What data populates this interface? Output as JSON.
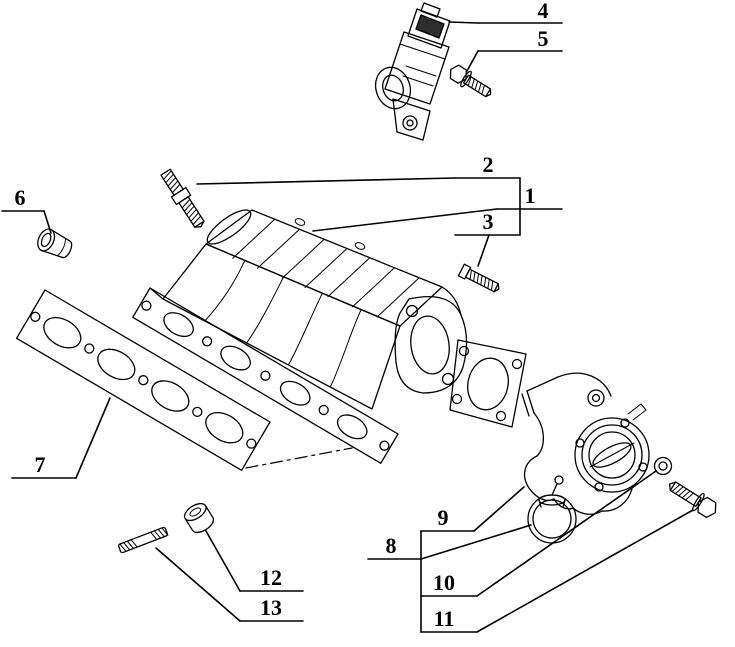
{
  "diagram": {
    "kind": "exploded-parts-diagram",
    "subject": "intake-manifold-assembly",
    "paper_color": "#ffffff",
    "ink_color": "#000000",
    "callouts": {
      "c1": "1",
      "c2": "2",
      "c3": "3",
      "c4": "4",
      "c5": "5",
      "c6": "6",
      "c7": "7",
      "c8": "8",
      "c9": "9",
      "c10": "10",
      "c11": "11",
      "c12": "12",
      "c13": "13"
    },
    "parts": {
      "p1": "intake-manifold",
      "p2": "double-ended-stud",
      "p3": "stud",
      "p4": "pressure-sensor",
      "p5": "flanged-bolt",
      "p6": "blanking-plug",
      "p7": "manifold-gasket",
      "p8": "vacuum-actuator",
      "p9": "throttle-valve-body",
      "p10": "washer",
      "p11": "hex-bolt",
      "p12": "cap-nut",
      "p13": "stud",
      "p14": "throttle-gasket"
    }
  }
}
